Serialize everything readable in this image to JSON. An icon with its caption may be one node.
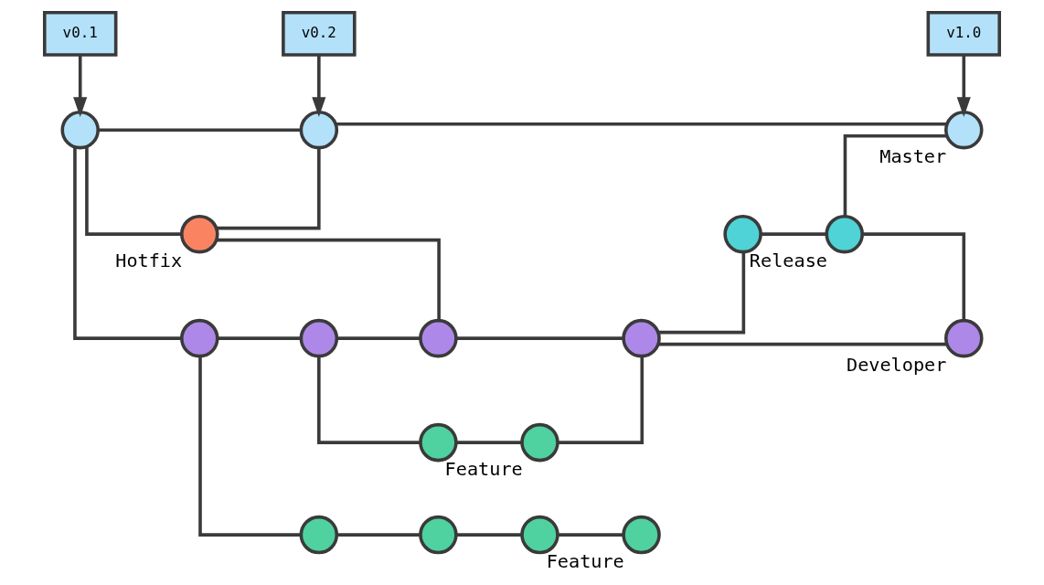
{
  "diagram": {
    "nodes": [
      {
        "text": [
          "v0.1"
        ]
      },
      {
        "text": [
          "v0.2"
        ]
      },
      {
        "text": [
          "v1.0"
        ]
      },
      {
        "text": [],
        "shape": "circle"
      },
      {
        "text": [],
        "shape": "circle"
      },
      {
        "text": [],
        "shape": "circle",
        "beside": [
          "Master"
        ]
      },
      {
        "text": [],
        "shape": "circle",
        "beside": [
          "Hotfix"
        ]
      },
      {
        "text": [],
        "shape": "circle"
      },
      {
        "text": [],
        "shape": "circle",
        "beside": [
          "Release"
        ]
      },
      {
        "text": [],
        "shape": "circle"
      },
      {
        "text": [],
        "shape": "circle"
      },
      {
        "text": [],
        "shape": "circle"
      },
      {
        "text": [],
        "shape": "circle"
      },
      {
        "text": [],
        "shape": "circle",
        "beside": [
          "Developer"
        ]
      },
      {
        "text": [],
        "shape": "circle"
      },
      {
        "text": [],
        "shape": "circle",
        "beside": [
          "Feature"
        ]
      },
      {
        "text": [],
        "shape": "circle"
      },
      {
        "text": [],
        "shape": "circle"
      },
      {
        "text": [],
        "shape": "circle"
      },
      {
        "text": [],
        "shape": "circle",
        "beside": [
          "Feature"
        ]
      }
    ],
    "edges": [
      {
        "from": 0,
        "to": 3,
        "arrow": "to"
      },
      {
        "from": 1,
        "to": 4,
        "arrow": "to"
      },
      {
        "from": 2,
        "to": 5,
        "arrow": "to"
      },
      {
        "from": 3,
        "to": 4,
        "arrow": "none"
      },
      {
        "from": 4,
        "to": 5,
        "arrow": "none"
      },
      {
        "from": 3,
        "to": 6,
        "arrow": "none"
      },
      {
        "from": 6,
        "to": 4,
        "arrow": "none"
      },
      {
        "from": 6,
        "to": 11,
        "arrow": "none"
      },
      {
        "from": 3,
        "to": 9,
        "arrow": "none"
      },
      {
        "from": 9,
        "to": 10,
        "arrow": "none"
      },
      {
        "from": 10,
        "to": 11,
        "arrow": "none"
      },
      {
        "from": 11,
        "to": 12,
        "arrow": "none"
      },
      {
        "from": 12,
        "to": 13,
        "arrow": "none"
      },
      {
        "from": 10,
        "to": 14,
        "arrow": "none"
      },
      {
        "from": 14,
        "to": 15,
        "arrow": "none"
      },
      {
        "from": 15,
        "to": 12,
        "arrow": "none"
      },
      {
        "from": 9,
        "to": 16,
        "arrow": "none"
      },
      {
        "from": 16,
        "to": 17,
        "arrow": "none"
      },
      {
        "from": 17,
        "to": 18,
        "arrow": "none"
      },
      {
        "from": 18,
        "to": 19,
        "arrow": "none"
      },
      {
        "from": 12,
        "to": 7,
        "arrow": "none"
      },
      {
        "from": 7,
        "to": 8,
        "arrow": "none"
      },
      {
        "from": 8,
        "to": 5,
        "arrow": "none"
      },
      {
        "from": 8,
        "to": 13,
        "arrow": "none"
      }
    ]
  }
}
